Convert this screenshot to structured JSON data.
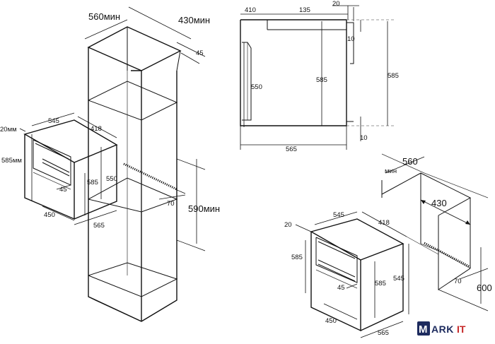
{
  "tall_cabinet_view": {
    "width_min": "560мин",
    "depth_min": "430мин",
    "thickness": "45",
    "niche_height_min": "590мин",
    "vent_depth": "70",
    "niche_height": "550"
  },
  "left_oven_view": {
    "top_gap": "20мм",
    "width": "545",
    "depth": "418",
    "front_height": "585мм",
    "inner_height": "585",
    "handle_gap": "45",
    "bottom_width": "450",
    "total_depth": "565"
  },
  "side_view": {
    "door_depth": "410",
    "rear_offset": "135",
    "top_margin": "20",
    "top_gap": "10",
    "bottom_gap": "10",
    "front_height": "550",
    "body_height": "585",
    "rear_height": "585",
    "overall_depth": "565"
  },
  "under_counter_view": {
    "niche_width": "560",
    "width_prefix": "мин",
    "niche_depth": "430",
    "vent_depth": "70",
    "niche_height": "600"
  },
  "right_oven_view": {
    "top_gap": "20",
    "width": "545",
    "depth": "418",
    "front_height": "585",
    "inner_height": "585",
    "side_height": "545",
    "handle_gap": "45",
    "bottom_width": "450",
    "total_depth": "565"
  },
  "logo": {
    "letter": "M",
    "text": "ARK",
    "accent": "IT",
    "accent_color": "#c62828",
    "brand_color": "#1d2b5e"
  }
}
